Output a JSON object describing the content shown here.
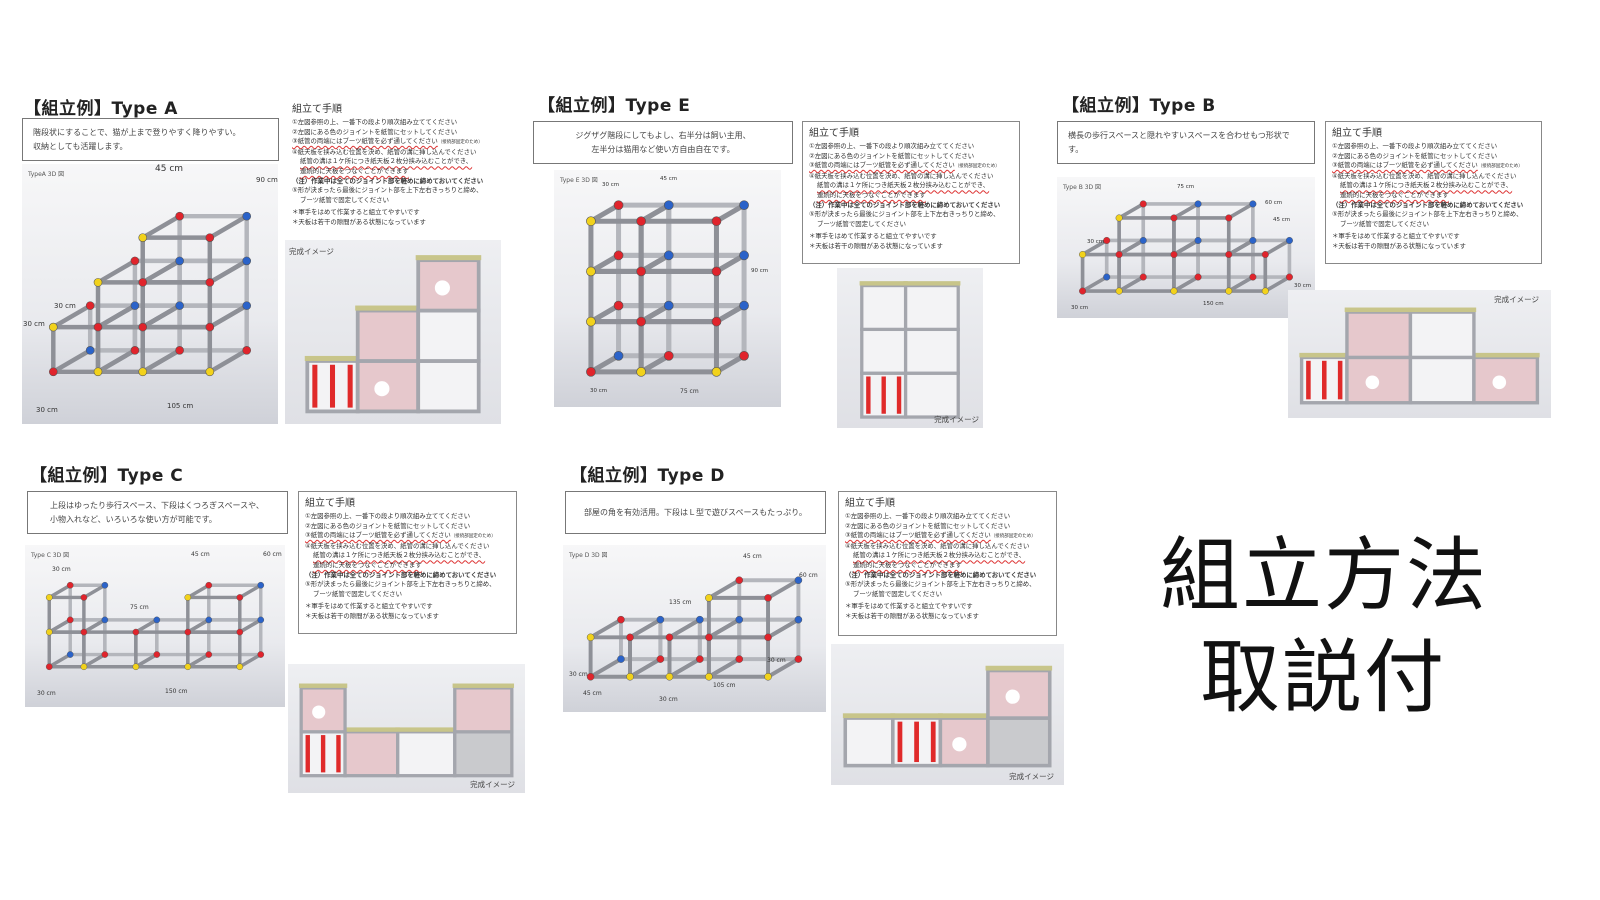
{
  "steps": {
    "title": "組立て手順",
    "s1": "①左図参照の上、一番下の段より順次組み立ててください",
    "s2": "②左図にある色のジョイントを紙管にセットしてください",
    "s3": "③紙管の両端にはブーツ紙管を必ず通してください",
    "s3_note": "（接続部固定のため）",
    "s4a": "④紙天板を挟み込む位置を決め、紙管の溝に挿し込んでください",
    "s4b": "紙管の溝は１ケ所につき紙天板２枚分挟み込むことができ、",
    "s4c": "連続的に天板をつなぐことができます",
    "caution": "（注）作業中は全てのジョイント部を軽めに締めておいてください",
    "s5a": "⑤形が決まったら最後にジョイント部を上下左右きっちりと締め、",
    "s5b": "ブーツ紙管で固定してください",
    "n1": "＊軍手をはめて作業すると組立てやすいです",
    "n2": "＊天板は若干の隙間がある状態になっています"
  },
  "complete_label": "完成イメージ",
  "types": {
    "A": {
      "title": "【組立例】Type A",
      "desc1": "階段状にすることで、猫が上まで登りやすく降りやすい。",
      "desc2": "収納としても活躍します。",
      "caption": "TypeA 3D 図",
      "dims": [
        "45 cm",
        "90 cm",
        "30 cm",
        "30 cm",
        "30 cm",
        "105 cm"
      ]
    },
    "E": {
      "title": "【組立例】Type E",
      "desc1": "ジグザグ階段にしてもよし、右半分は飼い主用、",
      "desc2": "左半分は猫用など使い方自由自在です。",
      "caption": "Type E 3D 図",
      "dims": [
        "30 cm",
        "45 cm",
        "90 cm",
        "30 cm",
        "75 cm"
      ]
    },
    "B": {
      "title": "【組立例】Type B",
      "desc1": "横長の歩行スペースと隠れやすいスペースを合わせもつ形状です。",
      "caption": "Type B 3D 図",
      "dims": [
        "75 cm",
        "60 cm",
        "45 cm",
        "30 cm",
        "30 cm",
        "150 cm",
        "30 cm"
      ]
    },
    "C": {
      "title": "【組立例】Type C",
      "desc1": "上段はゆったり歩行スペース、下段はくつろぎスペースや、",
      "desc2": "小物入れなど、いろいろな使い方が可能です。",
      "caption": "Type C 3D 図",
      "dims": [
        "30 cm",
        "45 cm",
        "60 cm",
        "75 cm",
        "30 cm",
        "150 cm"
      ]
    },
    "D": {
      "title": "【組立例】Type D",
      "desc1": "部屋の角を有効活用。下段はＬ型で遊びスペースもたっぷり。",
      "caption": "Type D 3D 図",
      "dims": [
        "45 cm",
        "60 cm",
        "135 cm",
        "30 cm",
        "30 cm",
        "45 cm",
        "105 cm",
        "30 cm"
      ]
    }
  },
  "headline": {
    "line1": "組立方法",
    "line2": "取説付"
  },
  "colors": {
    "joint_red": "#e0242c",
    "joint_blue": "#2b63c9",
    "joint_yellow": "#f2d21b",
    "tube": "#9a9ca3",
    "panel_pink": "#e6c8cc",
    "board_olive": "#c8c58a"
  }
}
